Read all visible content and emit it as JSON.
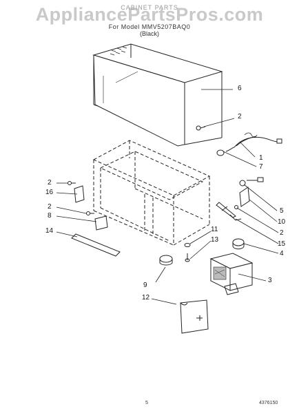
{
  "header": {
    "title": "CABINET PARTS",
    "model": "For Model MMV5207BAQ0",
    "color": "(Black)"
  },
  "watermark": "AppliancePartsPros.com",
  "callouts": {
    "c1": "1",
    "c2a": "2",
    "c2b": "2",
    "c2c": "2",
    "c2d": "2",
    "c3": "3",
    "c4": "4",
    "c5": "5",
    "c6": "6",
    "c7": "7",
    "c8": "8",
    "c9": "9",
    "c10": "10",
    "c11": "11",
    "c12": "12",
    "c13": "13",
    "c14": "14",
    "c15": "15",
    "c16": "16"
  },
  "footer": {
    "page_number": "5",
    "part_number": "4376150"
  }
}
